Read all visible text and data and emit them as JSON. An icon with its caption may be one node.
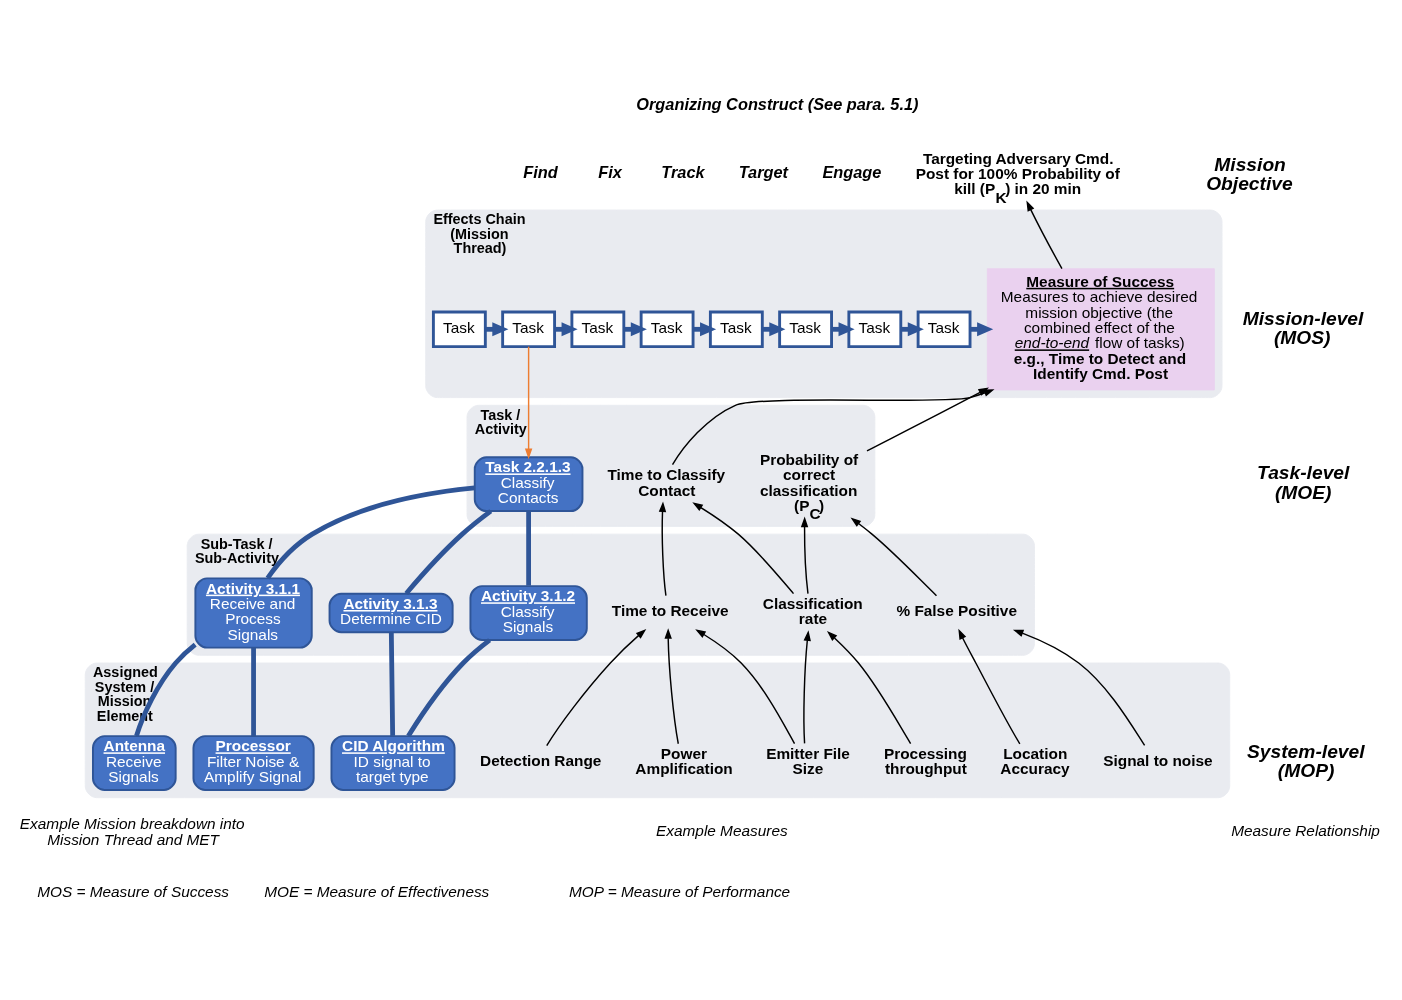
{
  "diagram": {
    "nodes": [
      {
        "text": [
          "Effects Chain (Mission Thread)"
        ]
      },
      {
        "text": [
          "Task"
        ],
        "in": 0
      },
      {
        "text": [
          "Task"
        ],
        "in": 0
      },
      {
        "text": [
          "Task"
        ],
        "in": 0
      },
      {
        "text": [
          "Task"
        ],
        "in": 0
      },
      {
        "text": [
          "Task"
        ],
        "in": 0
      },
      {
        "text": [
          "Task"
        ],
        "in": 0
      },
      {
        "text": [
          "Task"
        ],
        "in": 0
      },
      {
        "text": [
          "Task"
        ],
        "in": 0
      },
      {
        "text": [
          "Measure of Success",
          "Measures to achieve desired mission objective (the combined effect of the *end-to-end* flow of tasks)",
          "e.g., Time to Detect and Identify Cmd. Post"
        ],
        "in": 0
      },
      {
        "text": [
          "Targeting Adversary Cmd. Post for 100% Probability of kill (P$_{K}$) in 20 min"
        ]
      },
      {
        "text": [
          "Task / Activity"
        ]
      },
      {
        "text": [
          "Task 2.2.1.3",
          "Classify Contacts"
        ],
        "in": 11
      },
      {
        "text": [
          "Sub-Task / Sub-Activity"
        ]
      },
      {
        "text": [
          "Activity 3.1.1",
          "Receive and Process Signals"
        ],
        "in": 13
      },
      {
        "text": [
          "Activity 3.1.2",
          "Classify Signals"
        ],
        "in": 13
      },
      {
        "text": [
          "Activity 3.1.3",
          "Determine CID"
        ],
        "in": 13
      },
      {
        "text": [
          "Assigned System / Mission Element"
        ]
      },
      {
        "text": [
          "Antenna",
          "Receive Signals"
        ],
        "in": 17
      },
      {
        "text": [
          "Processor",
          "Filter Noise & Amplify Signal"
        ],
        "in": 17
      },
      {
        "text": [
          "CID Algorithm",
          "ID signal to target type"
        ],
        "in": 17
      },
      {
        "text": [
          "Time to Classify Contact"
        ],
        "in": 11
      },
      {
        "text": [
          "Probability of correct classification (P$_{C}$)"
        ],
        "in": 11
      },
      {
        "text": [
          "Time to Receive"
        ],
        "in": 13
      },
      {
        "text": [
          "Classification rate"
        ],
        "in": 13
      },
      {
        "text": [
          "% False Positive"
        ],
        "in": 13
      },
      {
        "text": [
          "Detection Range"
        ],
        "in": 17
      },
      {
        "text": [
          "Power Amplification"
        ],
        "in": 17
      },
      {
        "text": [
          "Emitter File Size"
        ],
        "in": 17
      },
      {
        "text": [
          "Processing throughput"
        ],
        "in": 17
      },
      {
        "text": [
          "Location Accuracy"
        ],
        "in": 17
      },
      {
        "text": [
          "Signal to noise"
        ],
        "in": 17
      }
    ],
    "edges": [
      {
        "from": 1,
        "to": 2,
        "arrow": "to",
        "style": "thick",
        "color": "#2f5597"
      },
      {
        "from": 2,
        "to": 3,
        "arrow": "to",
        "style": "thick",
        "color": "#2f5597"
      },
      {
        "from": 3,
        "to": 4,
        "arrow": "to",
        "style": "thick",
        "color": "#2f5597"
      },
      {
        "from": 4,
        "to": 5,
        "arrow": "to",
        "style": "thick",
        "color": "#2f5597"
      },
      {
        "from": 5,
        "to": 6,
        "arrow": "to",
        "style": "thick",
        "color": "#2f5597"
      },
      {
        "from": 6,
        "to": 7,
        "arrow": "to",
        "style": "thick",
        "color": "#2f5597"
      },
      {
        "from": 7,
        "to": 8,
        "arrow": "to",
        "style": "thick",
        "color": "#2f5597"
      },
      {
        "from": 8,
        "to": 9,
        "arrow": "to",
        "style": "thick",
        "color": "#2f5597"
      },
      {
        "from": 9,
        "to": 10,
        "arrow": "to",
        "color": "#000000"
      },
      {
        "from": 2,
        "to": 12,
        "arrow": "to",
        "color": "#ed7d31"
      },
      {
        "from": 12,
        "to": 14,
        "arrow": "none",
        "style": "thick",
        "color": "#2f5597"
      },
      {
        "from": 12,
        "to": 15,
        "arrow": "none",
        "style": "thick",
        "color": "#2f5597"
      },
      {
        "from": 12,
        "to": 16,
        "arrow": "none",
        "style": "thick",
        "color": "#2f5597"
      },
      {
        "from": 14,
        "to": 18,
        "arrow": "none",
        "style": "thick",
        "color": "#2f5597"
      },
      {
        "from": 14,
        "to": 19,
        "arrow": "none",
        "style": "thick",
        "color": "#2f5597"
      },
      {
        "from": 15,
        "to": 20,
        "arrow": "none",
        "style": "thick",
        "color": "#2f5597"
      },
      {
        "from": 16,
        "to": 20,
        "arrow": "none",
        "style": "thick",
        "color": "#2f5597"
      },
      {
        "from": 21,
        "to": 9,
        "arrow": "to",
        "color": "#000000"
      },
      {
        "from": 22,
        "to": 9,
        "arrow": "to",
        "color": "#000000"
      },
      {
        "from": 23,
        "to": 21,
        "arrow": "to",
        "color": "#000000"
      },
      {
        "from": 24,
        "to": 21,
        "arrow": "to",
        "color": "#000000"
      },
      {
        "from": 24,
        "to": 22,
        "arrow": "to",
        "color": "#000000"
      },
      {
        "from": 25,
        "to": 22,
        "arrow": "to",
        "color": "#000000"
      },
      {
        "from": 26,
        "to": 23,
        "arrow": "to",
        "color": "#000000"
      },
      {
        "from": 27,
        "to": 23,
        "arrow": "to",
        "color": "#000000"
      },
      {
        "from": 28,
        "to": 23,
        "arrow": "to",
        "color": "#000000"
      },
      {
        "from": 28,
        "to": 24,
        "arrow": "to",
        "color": "#000000"
      },
      {
        "from": 29,
        "to": 24,
        "arrow": "to",
        "color": "#000000"
      },
      {
        "from": 30,
        "to": 25,
        "arrow": "to",
        "color": "#000000"
      },
      {
        "from": 31,
        "to": 25,
        "arrow": "to",
        "color": "#000000"
      }
    ],
    "labels": [
      "Organizing Construct (See para. 5.1)",
      "Find",
      "Fix",
      "Track",
      "Target",
      "Engage",
      "Mission Objective",
      "Mission-level (MOS)",
      "Task-level (MOE)",
      "System-level (MOP)",
      "Example Mission breakdown into Mission Thread and MET",
      "Example Measures",
      "Measure Relationship",
      "MOS = Measure of Success",
      "MOE = Measure of Effectiveness",
      "MOP = Measure of Performance"
    ]
  }
}
